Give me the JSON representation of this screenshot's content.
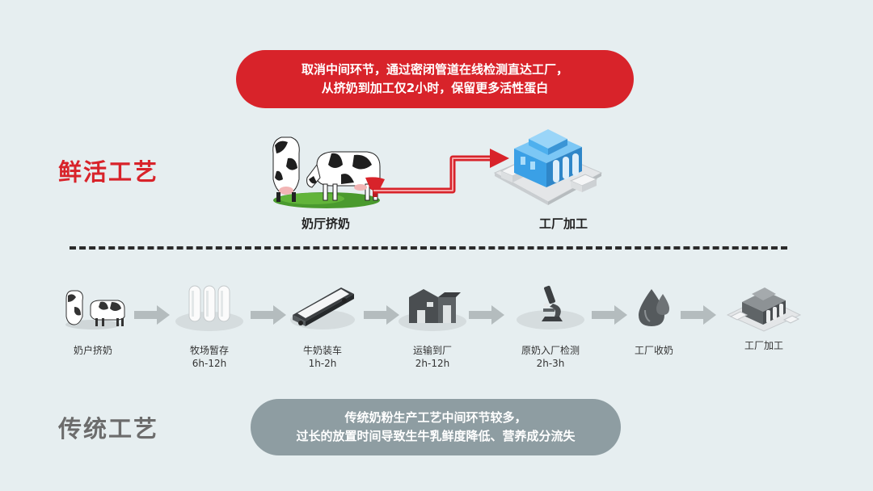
{
  "fresh": {
    "title": "鲜活工艺",
    "banner_line1": "取消中间环节，通过密闭管道在线检测直达工厂，",
    "banner_line2": "从挤奶到加工仅2小时，保留更多活性蛋白",
    "start_label": "奶厅挤奶",
    "end_label": "工厂加工"
  },
  "traditional": {
    "title": "传统工艺",
    "banner_line1": "传统奶粉生产工艺中间环节较多，",
    "banner_line2": "过长的放置时间导致生牛乳鲜度降低、营养成分流失",
    "steps": [
      {
        "label": "奶户挤奶",
        "time": "",
        "icon": "cows-icon"
      },
      {
        "label": "牧场暂存",
        "time": "6h-12h",
        "icon": "silo-tanks-icon"
      },
      {
        "label": "牛奶装车",
        "time": "1h-2h",
        "icon": "tanker-truck-icon"
      },
      {
        "label": "运输到厂",
        "time": "2h-12h",
        "icon": "factory-building-icon"
      },
      {
        "label": "原奶入厂检测",
        "time": "2h-3h",
        "icon": "microscope-icon"
      },
      {
        "label": "工厂收奶",
        "time": "",
        "icon": "milk-drop-icon"
      },
      {
        "label": "工厂加工",
        "time": "",
        "icon": "factory-icon"
      }
    ]
  },
  "colors": {
    "accent_red": "#d8232a",
    "banner_gray": "#8e9da2",
    "background": "#e6eef0",
    "factory_blue": "#3aa0e6",
    "arrow_gray": "#b4bcbe"
  }
}
